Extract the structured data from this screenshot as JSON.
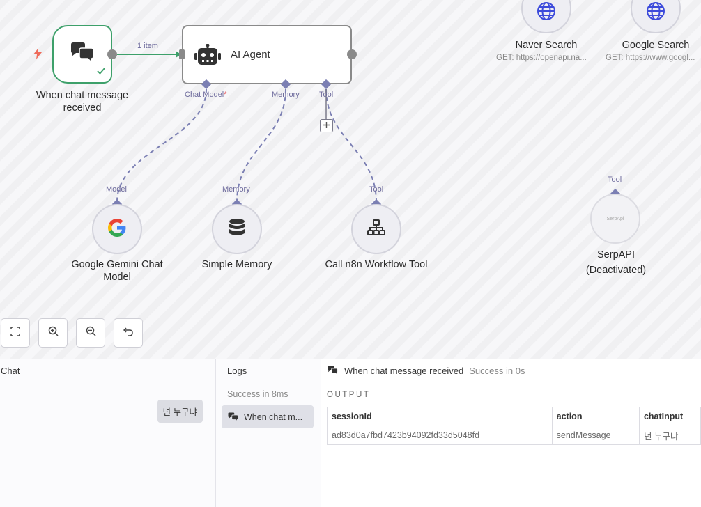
{
  "canvas": {
    "trigger": {
      "label": "When chat message received",
      "connection_label": "1 item"
    },
    "agent": {
      "title": "AI Agent",
      "ports": {
        "chat_model": "Chat Model",
        "chat_model_required": "*",
        "memory": "Memory",
        "tool": "Tool"
      }
    },
    "sub_nodes": [
      {
        "port": "Model",
        "label": "Google Gemini Chat Model"
      },
      {
        "port": "Memory",
        "label": "Simple Memory"
      },
      {
        "port": "Tool",
        "label": "Call n8n Workflow Tool"
      }
    ],
    "http_nodes": [
      {
        "label": "Naver Search",
        "sub": "GET: https://openapi.na..."
      },
      {
        "label": "Google Search",
        "sub": "GET: https://www.googl..."
      }
    ],
    "serp": {
      "port": "Tool",
      "icon_text": "SerpApi",
      "label": "SerpAPI",
      "status": "(Deactivated)"
    },
    "colors": {
      "trigger_border": "#3da06a",
      "port": "#7b7fb3",
      "globe": "#3d4bdb"
    }
  },
  "chat": {
    "title": "Chat",
    "messages": [
      {
        "text": "넌 누구냐"
      }
    ]
  },
  "logs": {
    "title": "Logs",
    "summary": "Success in 8ms",
    "entries": [
      {
        "label": "When chat m..."
      }
    ]
  },
  "output": {
    "node_name": "When chat message received",
    "status": "Success in 0s",
    "section_label": "OUTPUT",
    "table": {
      "columns": [
        "sessionId",
        "action",
        "chatInput"
      ],
      "rows": [
        [
          "ad83d0a7fbd7423b94092fd33d5048fd",
          "sendMessage",
          "넌 누구냐"
        ]
      ]
    }
  }
}
